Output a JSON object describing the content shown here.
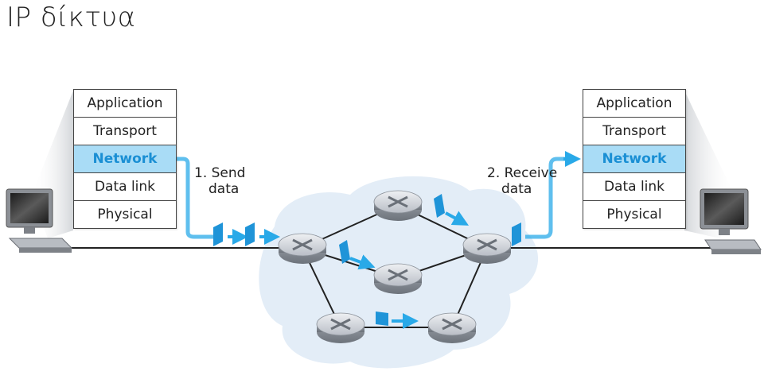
{
  "slide": {
    "title": "IP δίκτυα"
  },
  "left_stack": {
    "layers": [
      "Application",
      "Transport",
      "Network",
      "Data link",
      "Physical"
    ],
    "highlighted": "Network"
  },
  "right_stack": {
    "layers": [
      "Application",
      "Transport",
      "Network",
      "Data link",
      "Physical"
    ],
    "highlighted": "Network"
  },
  "labels": {
    "send_line1": "1. Send",
    "send_line2": "data",
    "receive_line1": "2. Receive",
    "receive_line2": "data"
  },
  "colors": {
    "highlight_fill": "#a9dcf6",
    "highlight_text": "#1a8fd4",
    "arrow": "#29a9e8",
    "cloud": "#e3edf7"
  },
  "icons": [
    "computer-icon",
    "router-icon",
    "packet-icon",
    "arrow-icon"
  ]
}
